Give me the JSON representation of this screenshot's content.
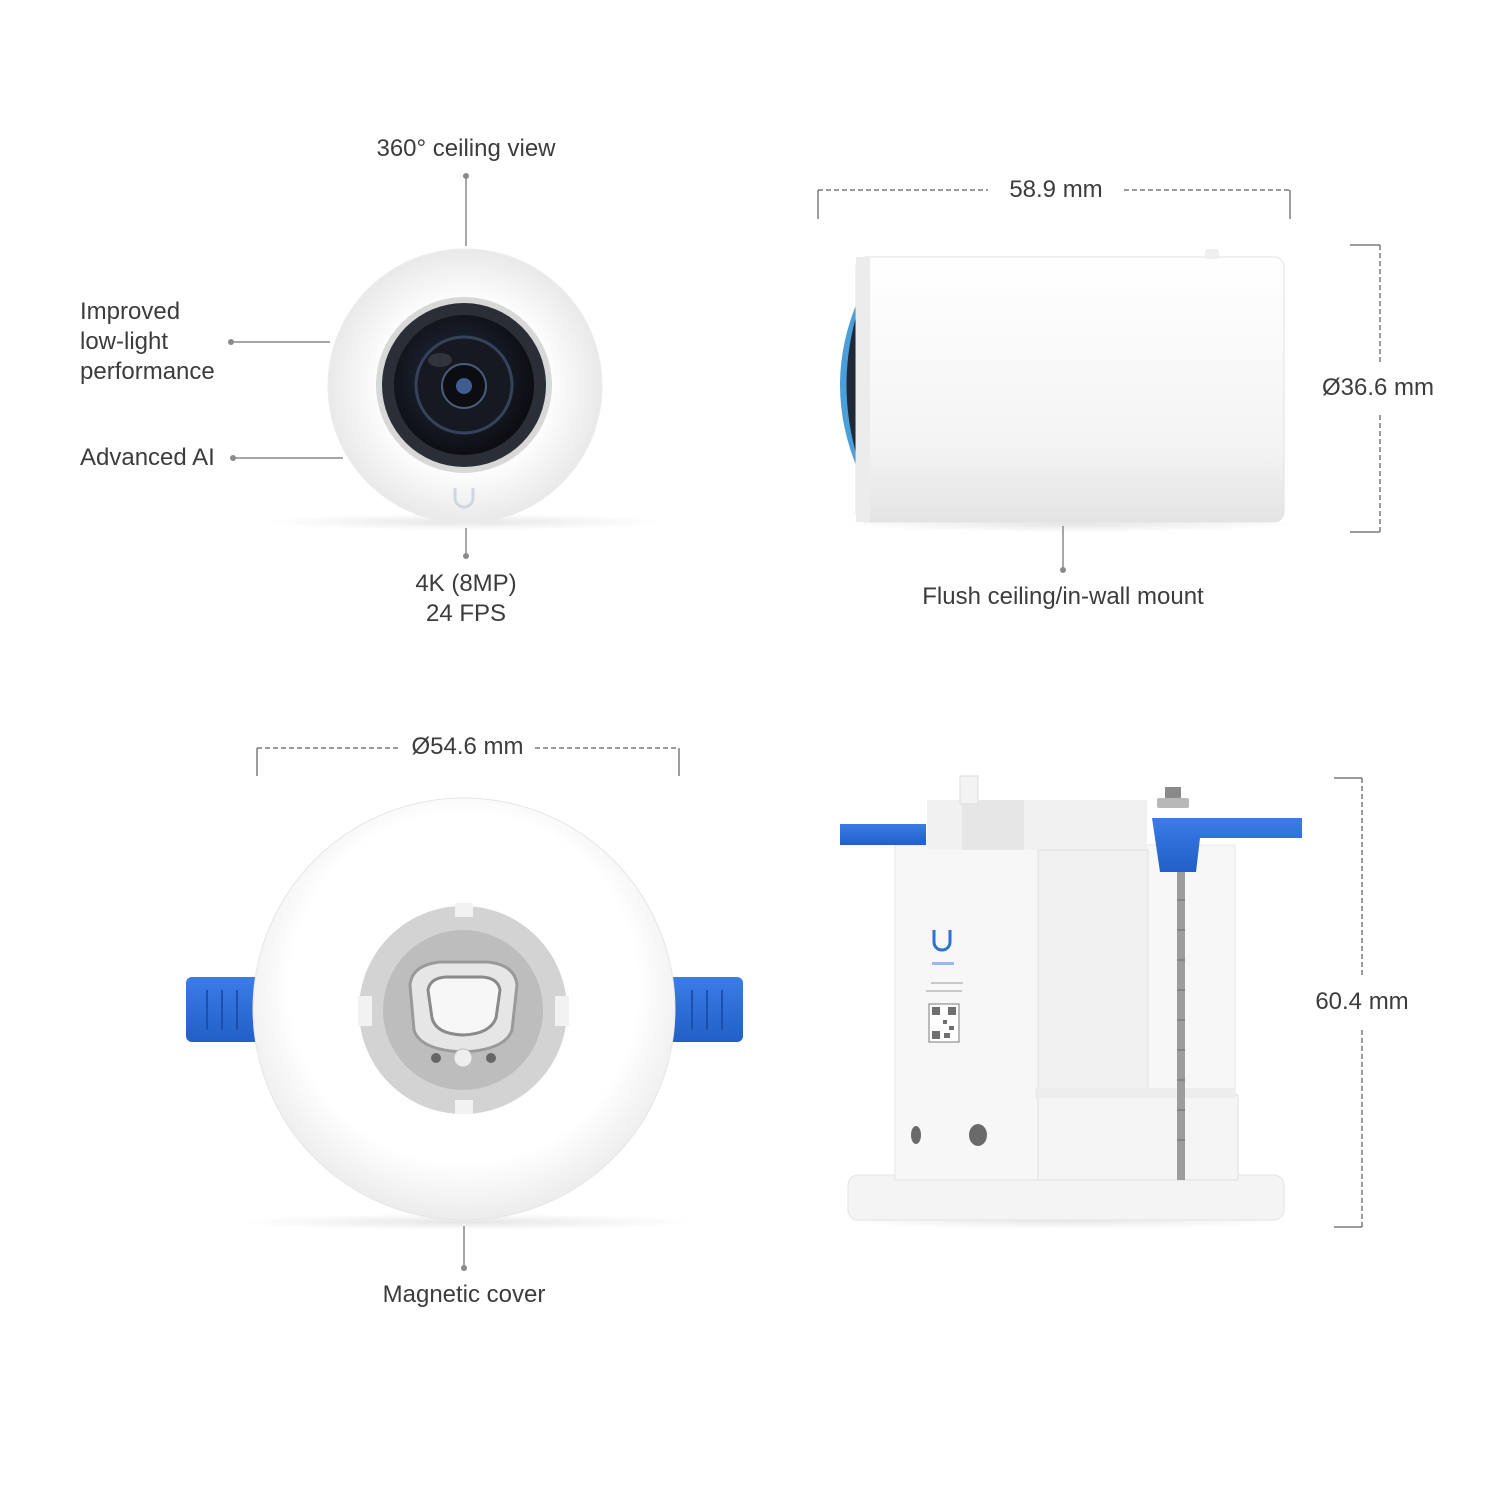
{
  "colors": {
    "background": "#ffffff",
    "text": "#3c3c3c",
    "callout_line": "#8a8a8a",
    "dimension_line": "#7a7a7a",
    "product_white": "#f6f6f6",
    "accent_blue": "#2f6fd8",
    "lens_black": "#1a1d22",
    "lens_blue": "#3b6aa8"
  },
  "camera_front": {
    "labels": {
      "top": "360° ceiling view",
      "left_upper": "Improved\nlow-light\nperformance",
      "left_lower": "Advanced AI",
      "bottom_line1": "4K (8MP)",
      "bottom_line2": "24 FPS"
    },
    "logo": "ubiquiti-u-logo"
  },
  "camera_side": {
    "dimension_length": "58.9 mm",
    "dimension_diameter": "Ø36.6 mm",
    "caption": "Flush ceiling/in-wall mount"
  },
  "mount_top": {
    "dimension_diameter": "Ø54.6 mm",
    "caption": "Magnetic cover"
  },
  "mount_side": {
    "dimension_height": "60.4 mm",
    "logo": "ubiquiti-u-logo",
    "qr": "qr-code-icon"
  }
}
